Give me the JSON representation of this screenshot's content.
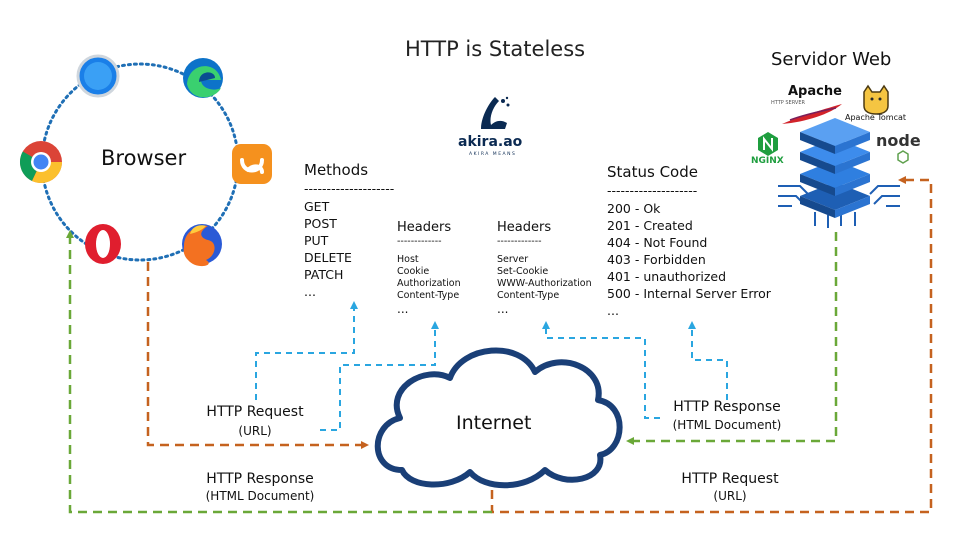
{
  "title": "HTTP is Stateless",
  "browser": {
    "label": "Browser",
    "icons": [
      "safari-icon",
      "edge-icon",
      "uc-browser-icon",
      "firefox-icon",
      "opera-icon",
      "chrome-icon"
    ]
  },
  "server": {
    "label": "Servidor Web",
    "apache": "Apache",
    "apache_sub": "HTTP SERVER",
    "tomcat": "Apache Tomcat",
    "nginx": "NGINX",
    "node": "node"
  },
  "logo": {
    "text": "akira.ao",
    "sub": "AKIRA MEANS"
  },
  "methods": {
    "title": "Methods",
    "divider": "--------------------",
    "items": [
      "GET",
      "POST",
      "PUT",
      "DELETE",
      "PATCH",
      "..."
    ]
  },
  "request_headers": {
    "title": "Headers",
    "divider": "-------------",
    "items": [
      "Host",
      "Cookie",
      "Authorization",
      "Content-Type"
    ],
    "ellipsis": "..."
  },
  "response_headers": {
    "title": "Headers",
    "divider": "-------------",
    "items": [
      "Server",
      "Set-Cookie",
      "WWW-Authorization",
      "Content-Type"
    ],
    "ellipsis": "..."
  },
  "status": {
    "title": "Status Code",
    "divider": "--------------------",
    "items": [
      "200 - Ok",
      "201 - Created",
      "404 - Not Found",
      "403 - Forbidden",
      "401 - unauthorized",
      "500 - Internal Server Error",
      "..."
    ]
  },
  "internet": "Internet",
  "flows": {
    "left_request": {
      "title": "HTTP Request",
      "sub": "(URL)"
    },
    "left_response": {
      "title": "HTTP Response",
      "sub": "(HTML Document)"
    },
    "right_response": {
      "title": "HTTP Response",
      "sub": "(HTML Document)"
    },
    "right_request": {
      "title": "HTTP Request",
      "sub": "(URL)"
    }
  },
  "colors": {
    "request_line": "#c5621f",
    "response_line": "#6aa838",
    "detail_line": "#2aa6e0",
    "browser_ring": "#1f6fb5",
    "server_blue": "#1e5fb4"
  }
}
